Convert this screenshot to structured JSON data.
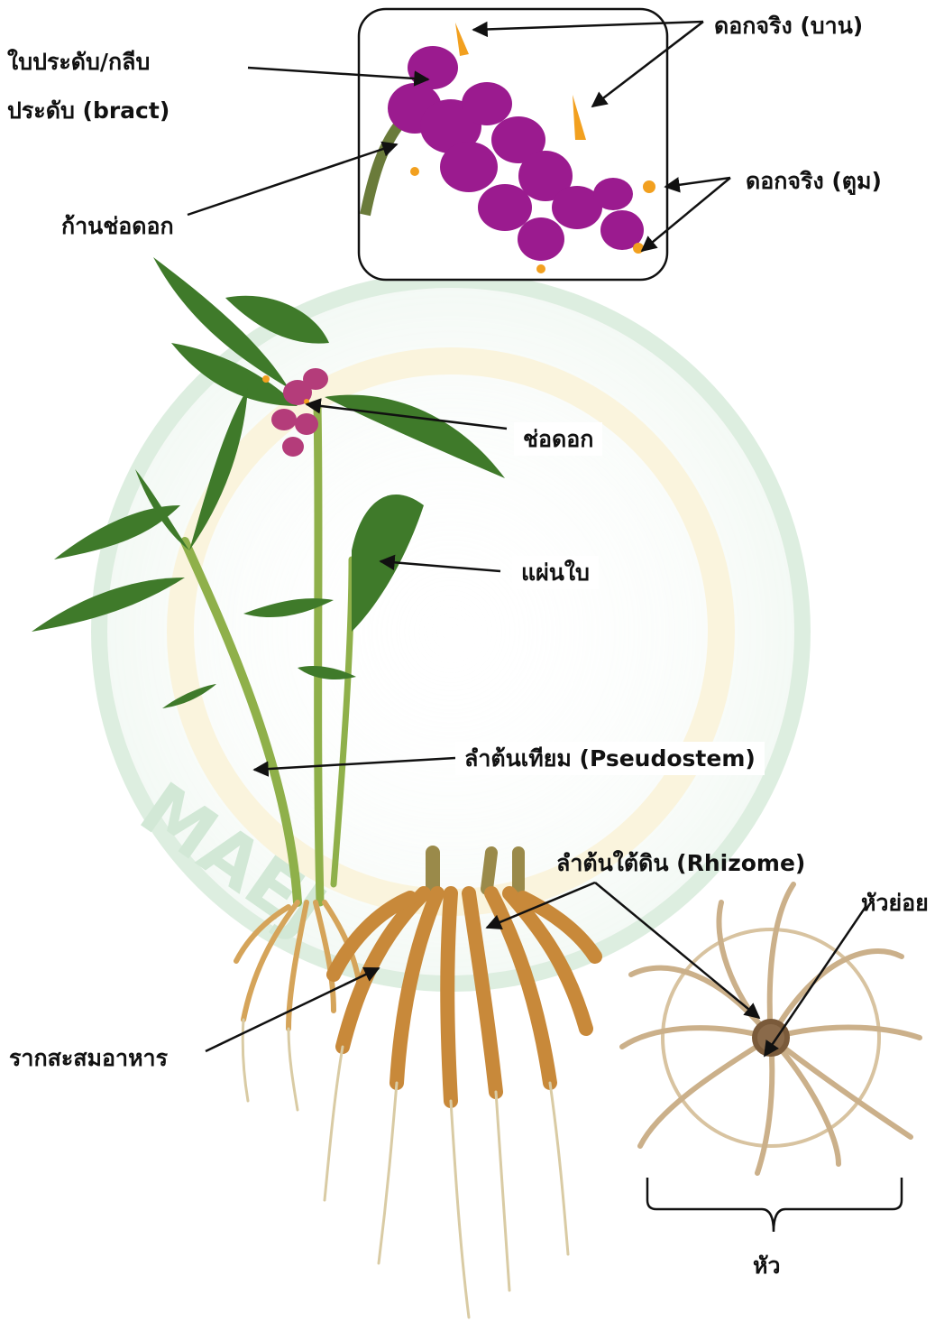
{
  "labels": {
    "bract_line1": "ใบประดับ/กลีบ",
    "bract_line2": "ประดับ (bract)",
    "true_flower_open": "ดอกจริง (บาน)",
    "true_flower_bud": "ดอกจริง (ตูม)",
    "peduncle": "ก้านช่อดอก",
    "inflorescence": "ช่อดอก",
    "leaf_blade": "แผ่นใบ",
    "pseudostem": "ลำต้นเทียม (Pseudostem)",
    "rhizome": "ลำต้นใต้ดิน (Rhizome)",
    "small_tuber": "หัวย่อย",
    "storage_root": "รากสะสมอาหาร",
    "tuber": "หัว"
  },
  "watermark": {
    "letters": "MAEJ",
    "color": "#2e8b57"
  },
  "colors": {
    "flower": "#9b1b8f",
    "bud": "#f2a01f",
    "leaf": "#3f7a2a",
    "stem": "#8fb04a",
    "root": "#c8893a",
    "tuber_root": "#cbb08a"
  }
}
